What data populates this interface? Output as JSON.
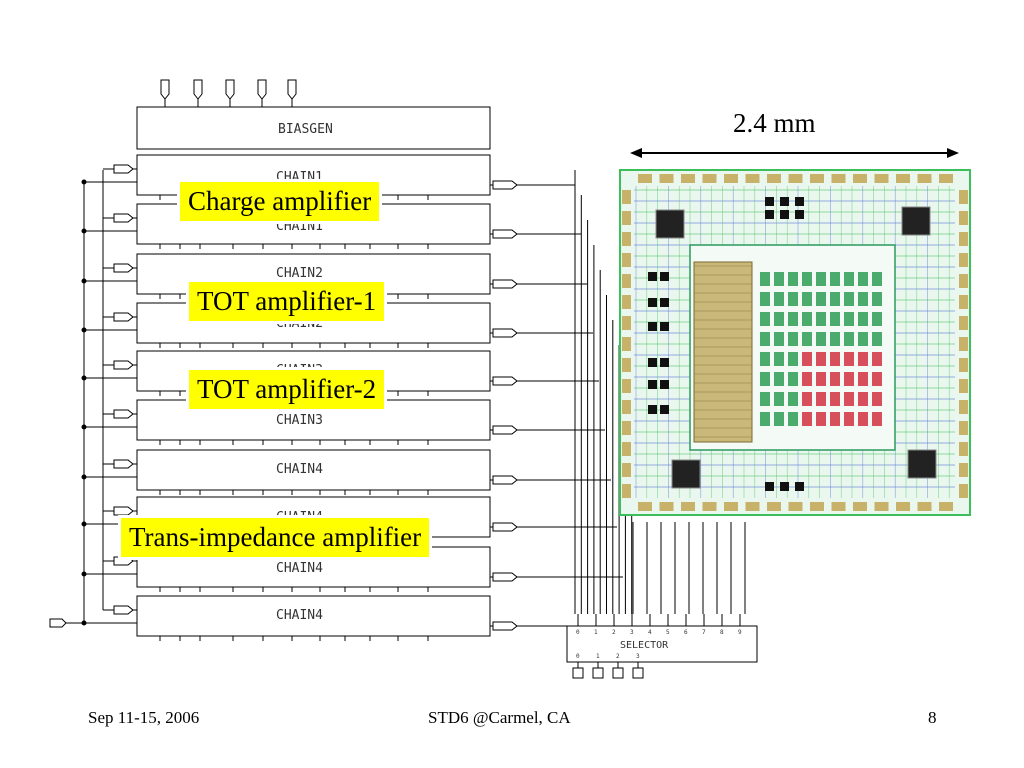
{
  "schematic": {
    "biasgen_label": "BIASGEN",
    "chain_labels": [
      "CHAIN1",
      "CHAIN1",
      "CHAIN2",
      "CHAIN2",
      "CHAIN3",
      "CHAIN3",
      "CHAIN4",
      "CHAIN4",
      "CHAIN4",
      "CHAIN4"
    ],
    "selector_label": "SELECTOR",
    "selector_inputs": [
      "0",
      "1",
      "2",
      "3",
      "4",
      "5",
      "6",
      "7",
      "8",
      "9"
    ],
    "selector_outputs": [
      "0",
      "1",
      "2",
      "3"
    ]
  },
  "callouts": {
    "charge_amplifier": "Charge amplifier",
    "tot_amplifier_1": "TOT amplifier-1",
    "tot_amplifier_2": "TOT amplifier-2",
    "trans_impedance": "Trans-impedance amplifier"
  },
  "chip": {
    "dimension_label": "2.4 mm"
  },
  "footer": {
    "date": "Sep 11-15, 2006",
    "venue": "STD6 @Carmel, CA",
    "page": "8"
  },
  "colors": {
    "callout_bg": "#ffff00",
    "layout_green": "#3cbf5a",
    "layout_blue": "#4a66d6",
    "pad_tan": "#c8b26a",
    "cell_red": "#d03040"
  }
}
